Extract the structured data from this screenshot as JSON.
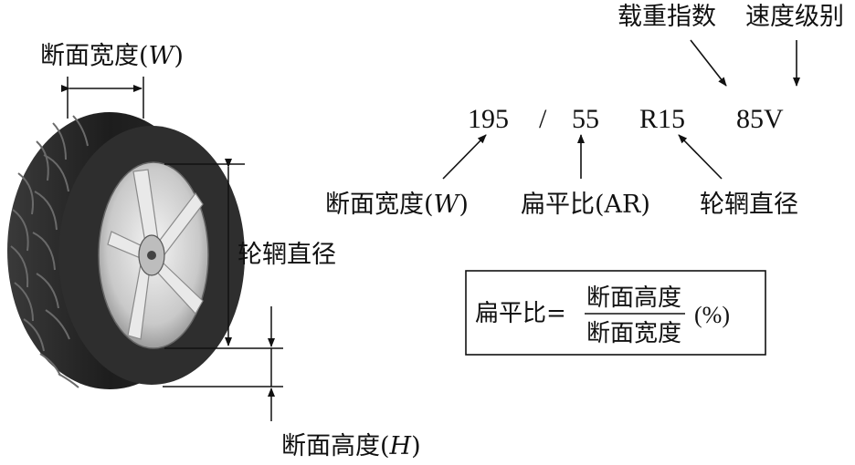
{
  "tire": {
    "width_label_cn": "断面宽度(",
    "width_label_sym": "W",
    "rim_label": "轮辋直径",
    "height_label_cn": "断面高度(",
    "height_label_sym": "H",
    "close_paren": ")"
  },
  "code": {
    "width_value": "195",
    "separator": "/",
    "aspect_value": "55",
    "rim_value": "R15",
    "load_speed_value": "85V"
  },
  "top_labels": {
    "load_index": "载重指数",
    "speed_rating": "速度级别"
  },
  "bottom_labels": {
    "width_cn": "断面宽度(",
    "width_sym": "W",
    "aspect_ratio": "扁平比(AR)",
    "rim_diameter": "轮辋直径",
    "close_paren": ")"
  },
  "formula": {
    "lhs": "扁平比=",
    "numerator": "断面高度",
    "denominator": "断面宽度",
    "unit": "(%)"
  }
}
